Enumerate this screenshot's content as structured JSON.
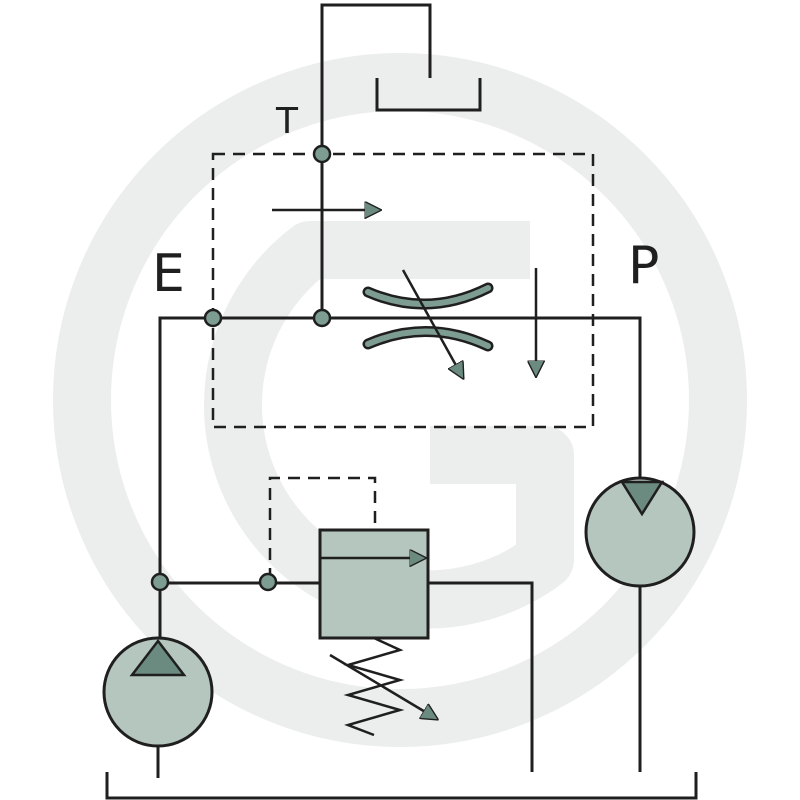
{
  "diagram": {
    "ports": {
      "t": "T",
      "e": "E",
      "p": "P"
    },
    "colors": {
      "line": "#1f1f1f",
      "fill": "#b5c6bf",
      "accent": "#6b8b80",
      "watermark": "#eceeed"
    }
  }
}
